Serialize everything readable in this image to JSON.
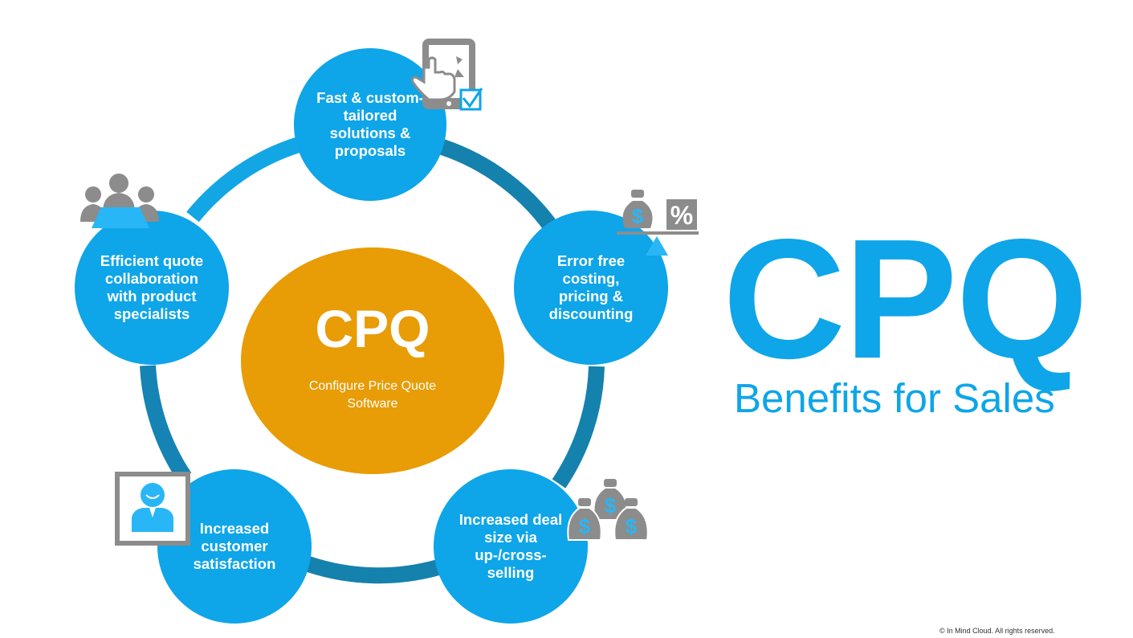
{
  "center": {
    "title": "CPQ",
    "subtitle": "Configure Price Quote Software"
  },
  "benefits": [
    {
      "label": "Fast & custom-tailored solutions & proposals",
      "icon": "touch-tablet-icon"
    },
    {
      "label": "Error free costing, pricing & discounting",
      "icon": "money-percent-scale-icon"
    },
    {
      "label": "Increased deal size via up-/cross-selling",
      "icon": "money-bags-icon"
    },
    {
      "label": "Increased customer satisfaction",
      "icon": "customer-portrait-icon"
    },
    {
      "label": "Efficient quote collaboration with product specialists",
      "icon": "team-meeting-icon"
    }
  ],
  "heading": {
    "title": "CPQ",
    "subtitle": "Benefits for Sales"
  },
  "copyright": "© In Mind Cloud.  All rights reserved.",
  "icon_glyphs": {
    "dollar": "$",
    "percent": "%"
  },
  "colors": {
    "node": "#0ea5e9",
    "ring_light": "#12a6e4",
    "ring_dark": "#1581ad",
    "center": "#e89c05",
    "icon_gray": "#8c8c8c"
  }
}
